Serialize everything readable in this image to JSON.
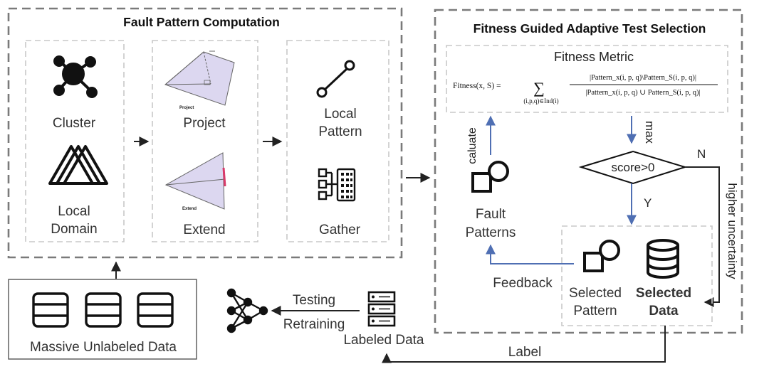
{
  "fault_pattern": {
    "title": "Fault Pattern Computation",
    "cluster": "Cluster",
    "local_domain_1": "Local",
    "local_domain_2": "Domain",
    "project": "Project",
    "project_mini": "Project",
    "extend": "Extend",
    "extend_mini": "Extend",
    "local_pattern_1": "Local",
    "local_pattern_2": "Pattern",
    "gather": "Gather"
  },
  "fitness": {
    "title": "Fitness Guided Adaptive Test Selection",
    "metric_title": "Fitness Metric",
    "formula_lhs": "Fitness(x, S) =",
    "formula_sum": "∑",
    "formula_sum_sub": "(i,p,q)∈Ind(i)",
    "formula_num": "|Pattern_x(i, p, q)\\Pattern_S(i, p, q)|",
    "formula_den": "|Pattern_x(i, p, q) ∪ Pattern_S(i, p, q)|",
    "max": "max",
    "score": "score>0",
    "yes": "Y",
    "no": "N",
    "higher_uncertainty": "higher uncertainty",
    "calculate": "caluate",
    "fault_patterns_1": "Fault",
    "fault_patterns_2": "Patterns",
    "feedback": "Feedback",
    "selected_pattern_1": "Selected",
    "selected_pattern_2": "Pattern",
    "selected_data_1": "Selected",
    "selected_data_2": "Data"
  },
  "bottom": {
    "massive": "Massive Unlabeled Data",
    "testing": "Testing",
    "retraining": "Retraining",
    "labeled": "Labeled Data",
    "label": "Label"
  },
  "icons": [
    "cluster-icon",
    "local-domain-icon",
    "local-pattern-icon",
    "gather-icon",
    "fault-patterns-icon",
    "selected-pattern-icon",
    "database-icon",
    "server-icon",
    "neural-network-icon"
  ],
  "colors": {
    "arrow_blue": "#4f6fb3",
    "triangle_fill": "#dcd7f0",
    "extend_red": "#d93a6a"
  }
}
